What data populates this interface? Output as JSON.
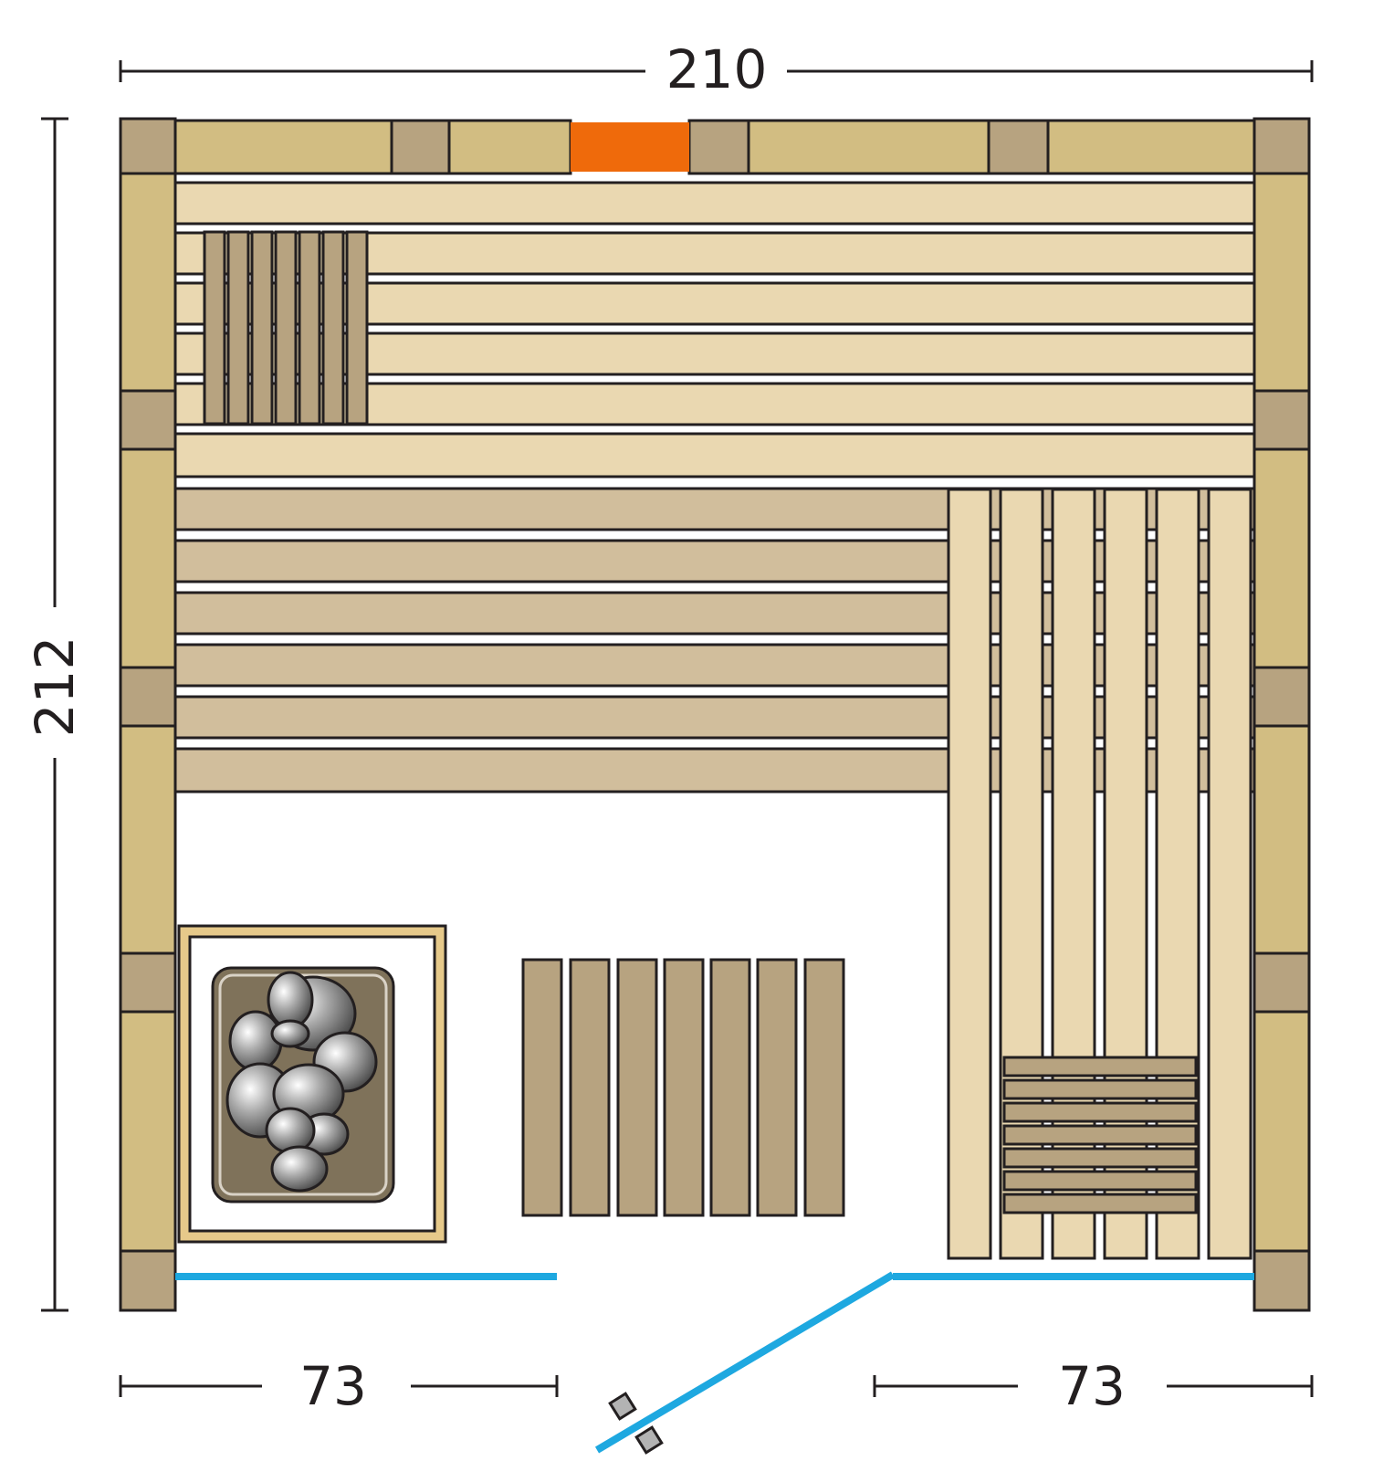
{
  "dimensions": {
    "width_top": "210",
    "depth_left": "212",
    "bottom_left": "73",
    "bottom_right": "73"
  },
  "colors": {
    "wall_panel": "#d2bd82",
    "wall_post": "#b7a380",
    "bench_upper": "#ead8b1",
    "bench_lower": "#d1be9c",
    "slat": "#b7a380",
    "heater_stone_box": "#7f725a",
    "heater_frame": "#e6c98a",
    "glass_door": "#1ea8e0",
    "light_fixture": "#ef6a0b",
    "outline": "#231f20"
  },
  "icons": {
    "heater": "sauna-heater-icon",
    "door_handle": "door-handle-icon"
  }
}
